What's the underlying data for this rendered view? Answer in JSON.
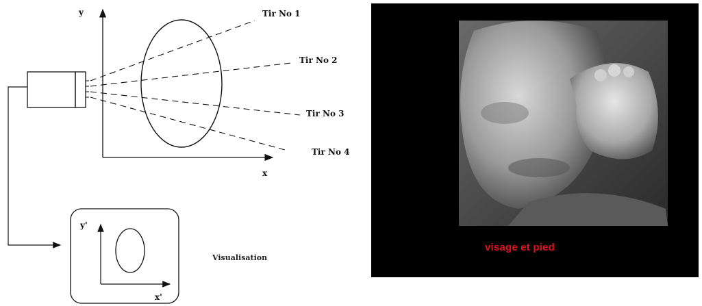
{
  "diagram": {
    "axis_y": "y",
    "axis_x": "x",
    "shots": [
      "Tir No 1",
      "Tir No 2",
      "Tir No 3",
      "Tir No 4"
    ],
    "display": {
      "axis_y": "y'",
      "axis_x": "x'",
      "label": "Visualisation"
    }
  },
  "photo": {
    "caption": "visage et pied",
    "caption_color": "#e0141e"
  }
}
